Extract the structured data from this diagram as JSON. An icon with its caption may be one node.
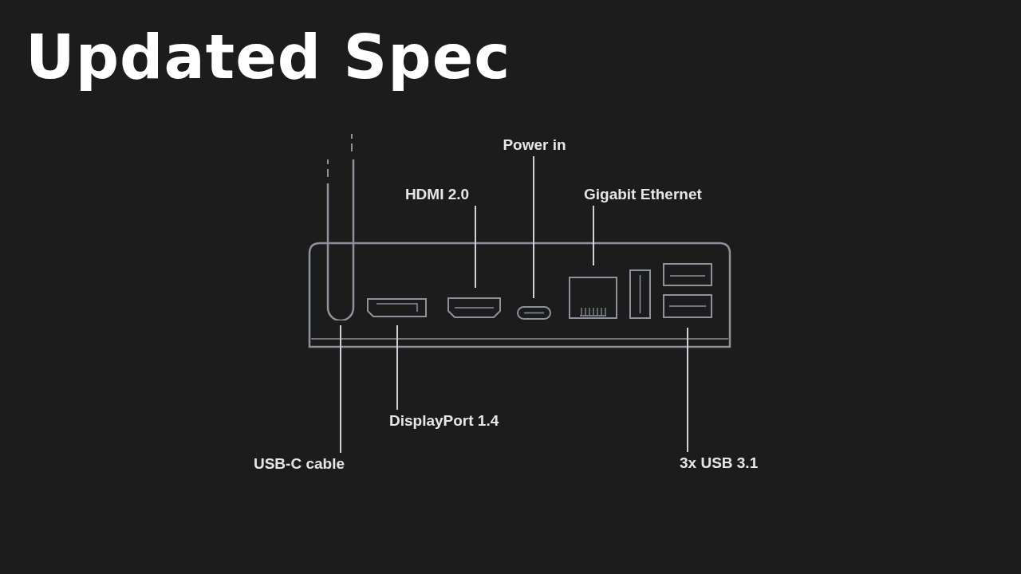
{
  "diagram": {
    "title": "Updated Spec",
    "nodes": [
      {
        "text": [
          "Power in"
        ]
      },
      {
        "text": [
          "HDMI 2.0"
        ]
      },
      {
        "text": [
          "Gigabit Ethernet"
        ]
      },
      {
        "text": [
          "DisplayPort 1.4"
        ]
      },
      {
        "text": [
          "USB-C cable"
        ]
      },
      {
        "text": [
          "3x USB 3.1"
        ]
      },
      {
        "text": [],
        "shape": "cable"
      },
      {
        "text": [],
        "shape": "port"
      },
      {
        "text": [],
        "shape": "port"
      },
      {
        "text": [],
        "shape": "port"
      },
      {
        "text": [],
        "shape": "port"
      },
      {
        "text": [],
        "shape": "port"
      }
    ],
    "edges": [
      {
        "from": 0,
        "to": 9,
        "arrow": "none"
      },
      {
        "from": 1,
        "to": 8,
        "arrow": "none"
      },
      {
        "from": 2,
        "to": 10,
        "arrow": "none"
      },
      {
        "from": 3,
        "to": 7,
        "arrow": "none"
      },
      {
        "from": 4,
        "to": 6,
        "arrow": "none"
      },
      {
        "from": 5,
        "to": 11,
        "arrow": "none"
      }
    ]
  }
}
